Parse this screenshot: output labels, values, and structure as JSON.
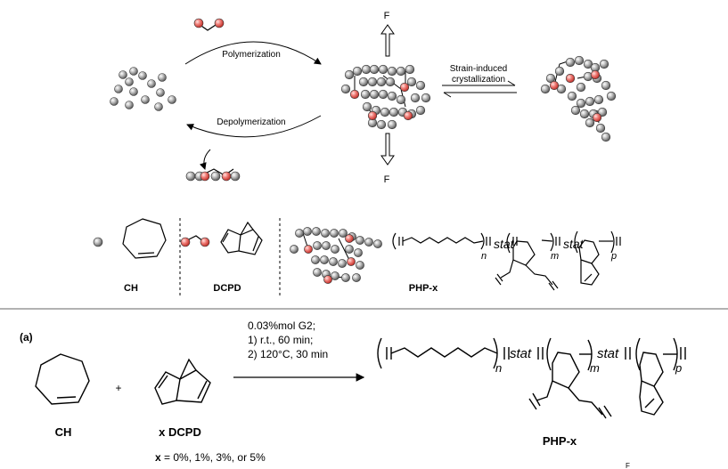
{
  "top": {
    "polymerization": "Polymerization",
    "depolymerization": "Depolymerization",
    "force_top": "F",
    "force_bottom": "F",
    "strain_line1": "Strain-induced",
    "strain_line2": "crystallization"
  },
  "legend": {
    "ch": "CH",
    "dcpd": "DCPD",
    "php": "PHP-x",
    "stat1": "stat",
    "stat2": "stat",
    "n": "n",
    "m": "m",
    "p": "p"
  },
  "scheme": {
    "label_a": "(a)",
    "cond1": "0.03%mol G2;",
    "cond2": "1) r.t., 60 min;",
    "cond3": "2) 120°C, 30 min",
    "plus": "+",
    "ch": "CH",
    "dcpd": "x DCPD",
    "x_bold": "x",
    "x_rest": " = 0%, 1%, 3%, or 5%",
    "php": "PHP-x",
    "stat1": "stat",
    "stat2": "stat",
    "n": "n",
    "m": "m",
    "p": "p",
    "stray_mark": "F"
  },
  "colors": {
    "bead_gray": "#9a9a9a",
    "crosslink_red": "#e8504a"
  }
}
